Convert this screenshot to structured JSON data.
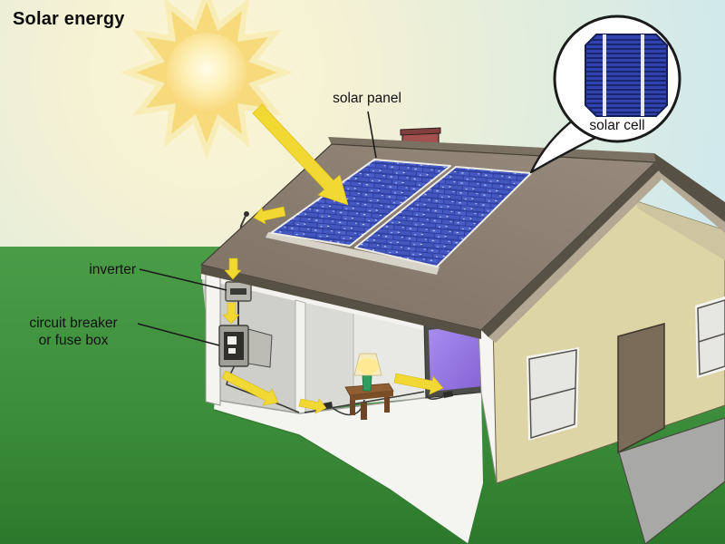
{
  "title": "Solar energy",
  "labels": {
    "solar_panel": "solar panel",
    "solar_cell": "solar cell",
    "inverter": "inverter",
    "circuit_breaker": "circuit breaker",
    "fuse_box": "or fuse box"
  },
  "colors": {
    "sky_blue": "#cfe8f0",
    "sun_yellow": "#f7da7c",
    "grass_green": "#3f9140",
    "roof_brown": "#8b7f71",
    "roof_edge_brown": "#575044",
    "wall_tan": "#ded5a6",
    "panel_blue": "#2e3c9e",
    "panel_cell_blue": "#4a5ec8",
    "solar_cell_blue": "#3343ae",
    "arrow_yellow": "#f2d832",
    "screen_purple": "#9d7ce6",
    "chimney_red": "#a35150",
    "door_brown": "#7b6c59",
    "path_gray": "#a8a8a6",
    "lamp_green": "#2f9e5e",
    "table_brown": "#8f5e33"
  },
  "scene_objects": [
    "sun",
    "sunlight arrow",
    "solar panel array",
    "solar cell inset bubble",
    "roof",
    "chimney",
    "inverter box",
    "circuit breaker / fuse box",
    "wiring with electricity flow arrows",
    "wall outlets",
    "lamp on table",
    "tv screen",
    "windows",
    "door",
    "walkway path",
    "grass",
    "cutaway house"
  ]
}
